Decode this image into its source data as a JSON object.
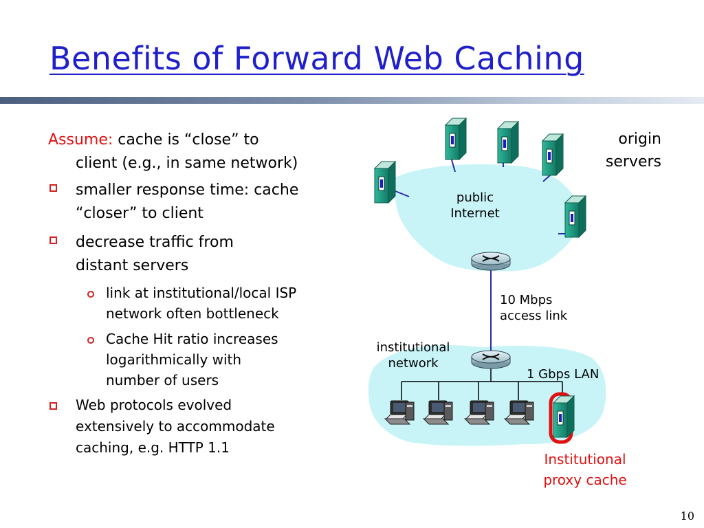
{
  "slide": {
    "title": "Benefits of Forward Web Caching",
    "page_number": "10"
  },
  "body": {
    "assume_label": "Assume:",
    "assume_text_1": "cache is “close” to",
    "assume_text_2": "client (e.g., in same network)",
    "bullets": [
      {
        "line1": "smaller response time: cache",
        "line2": "“closer” to client"
      },
      {
        "line1": "decrease traffic from",
        "line2": "distant servers"
      }
    ],
    "sub_bullets": [
      {
        "line1": "link at institutional/local ISP",
        "line2": "network often bottleneck"
      },
      {
        "line1": "Cache Hit ratio increases",
        "line2": "logarithmically with",
        "line3": "number of users"
      }
    ],
    "last_bullet": {
      "line1": "Web protocols evolved",
      "line2": "extensively to accommodate",
      "line3": "caching, e.g. HTTP 1.1"
    }
  },
  "diagram": {
    "origin_servers_1": "origin",
    "origin_servers_2": "servers",
    "public_internet_1": "public",
    "public_internet_2": "Internet",
    "access_link_1": "10 Mbps",
    "access_link_2": "access link",
    "institutional_1": "institutional",
    "institutional_2": "network",
    "lan": "1 Gbps LAN",
    "proxy_1": "Institutional",
    "proxy_2": "proxy cache",
    "colors": {
      "cloud": "#c8f4f8",
      "link": "#2a2ab0",
      "highlight": "#e01010",
      "server": "#1e9a82"
    }
  }
}
